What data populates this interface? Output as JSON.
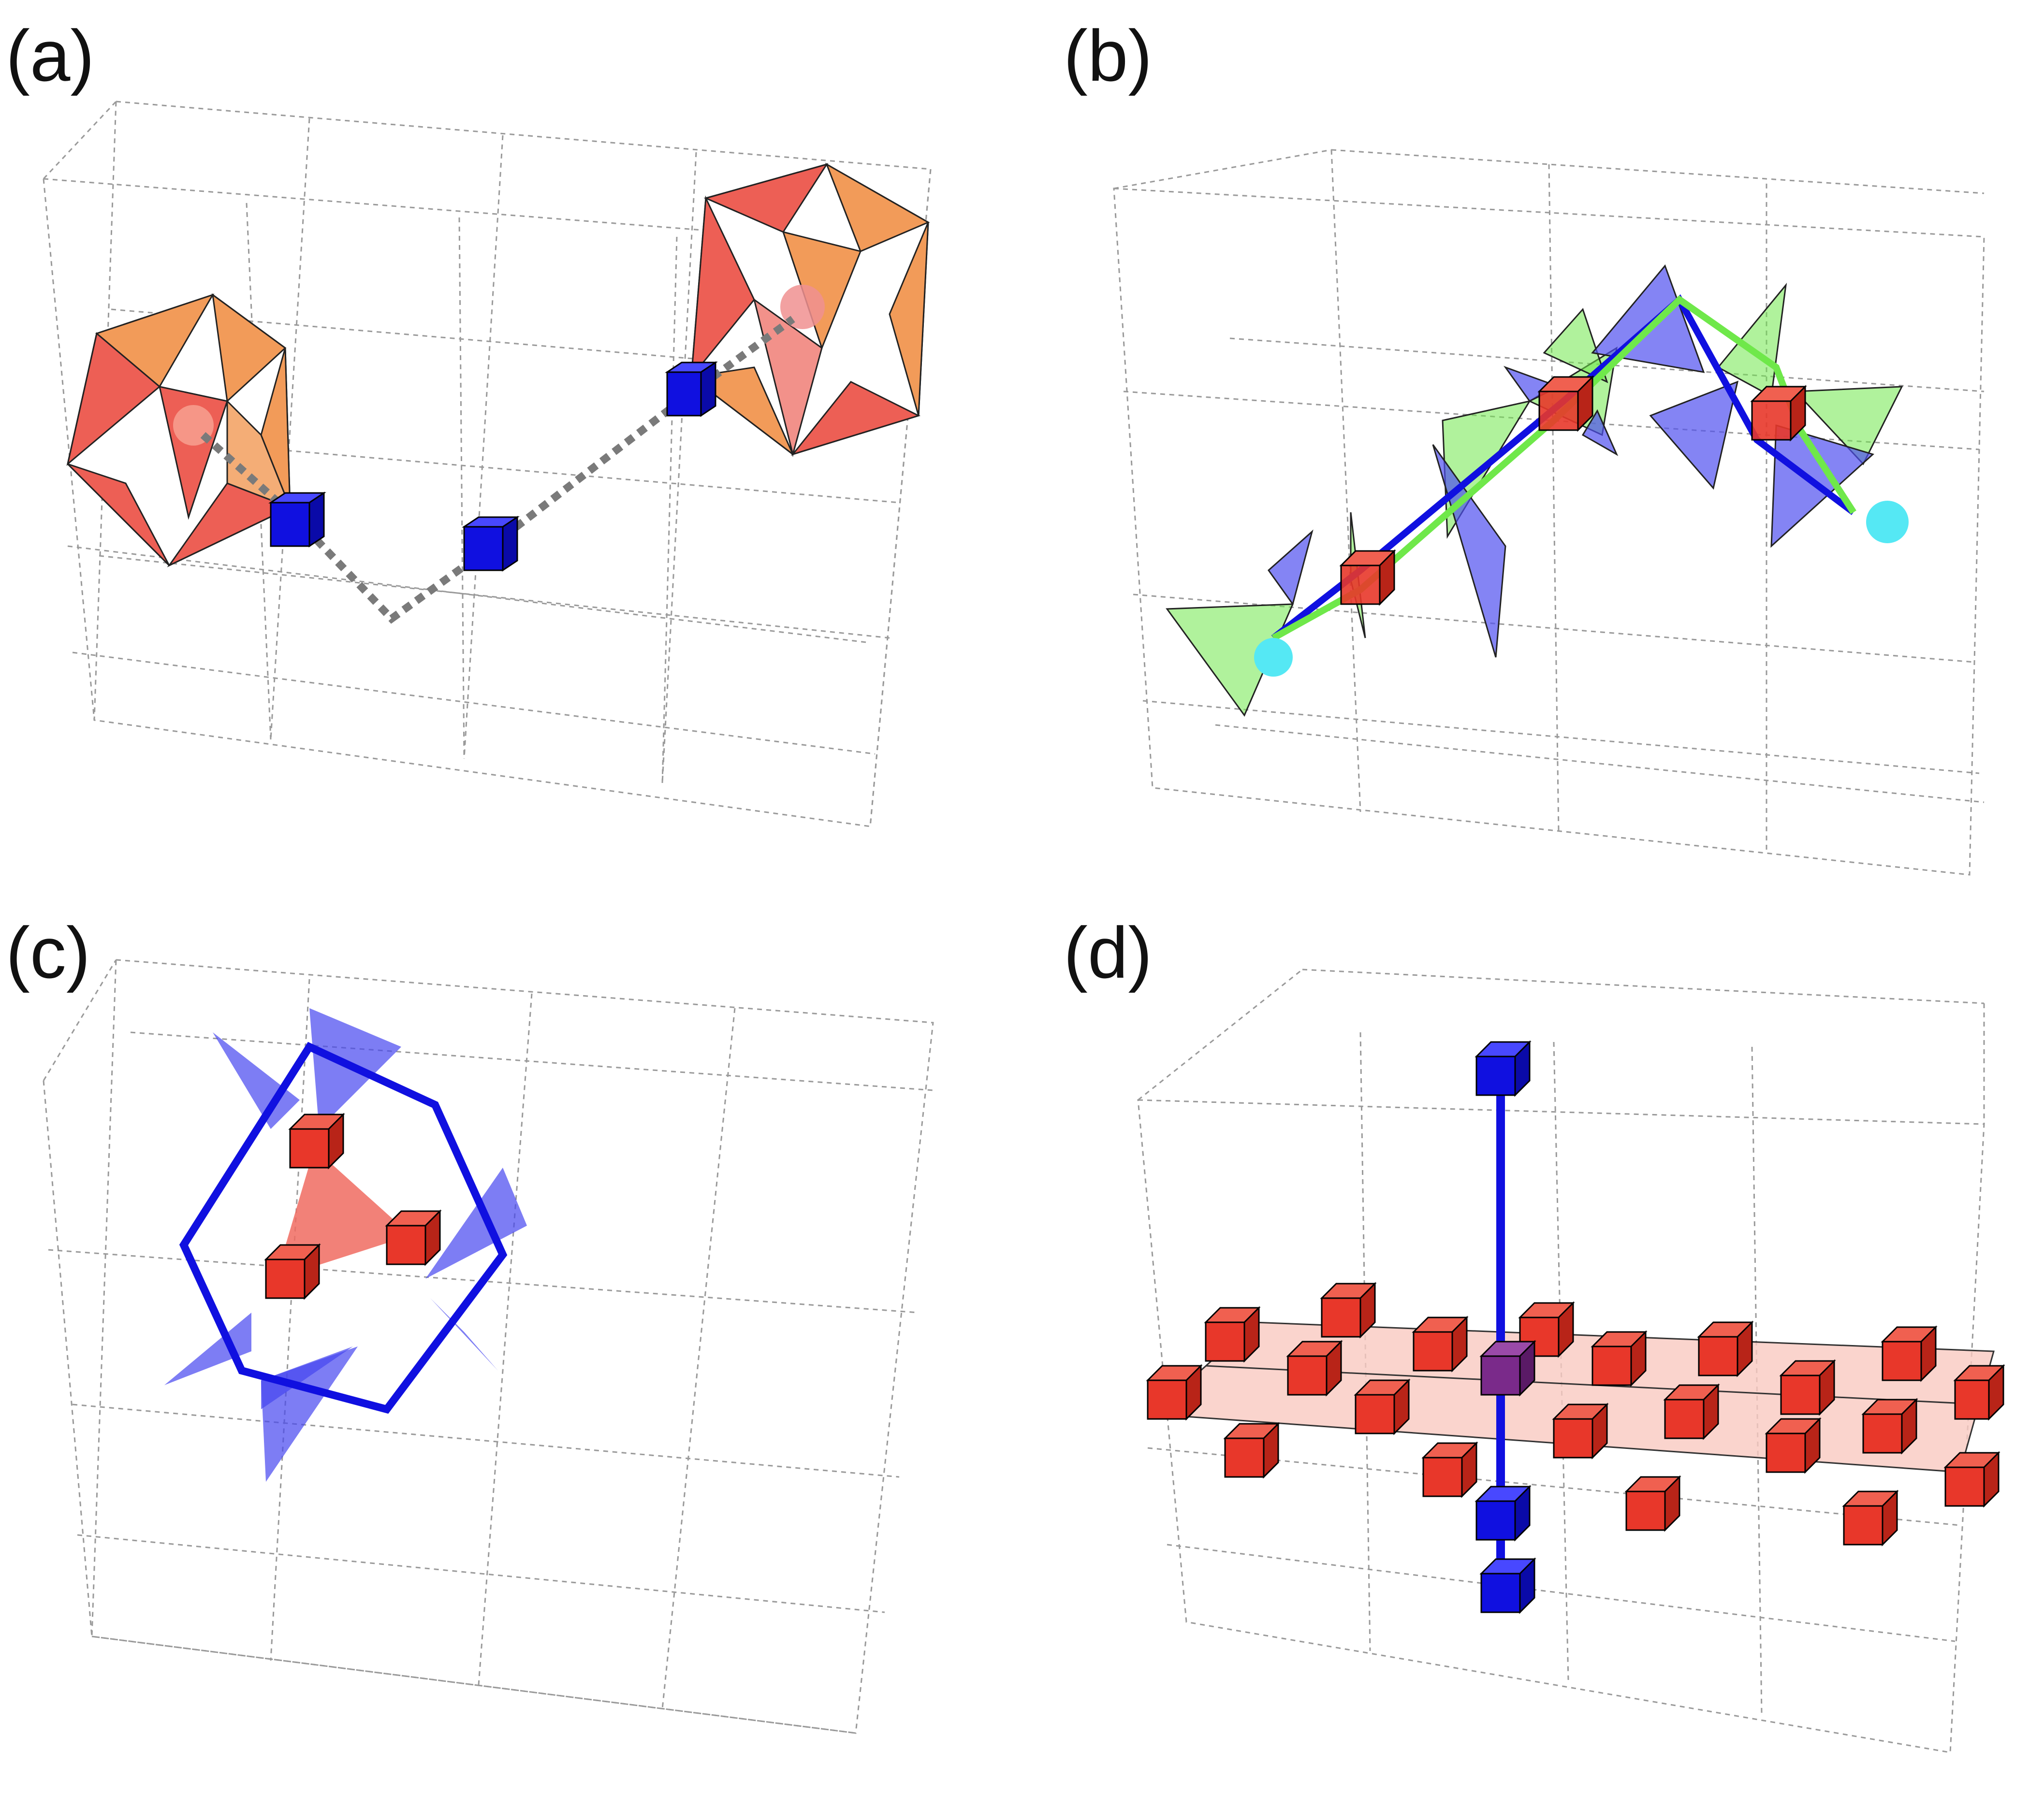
{
  "panels": [
    {
      "label": "(a)",
      "elements": [
        "dotted-grid",
        "cuboctahedron",
        "cuboctahedron",
        "blue-cube",
        "blue-cube",
        "blue-cube",
        "dashed-gray-path"
      ]
    },
    {
      "label": "(b)",
      "elements": [
        "dotted-grid",
        "red-cube",
        "red-cube",
        "red-cube",
        "blue-triangles",
        "green-triangles",
        "blue-path",
        "green-path",
        "cyan-endpoint",
        "cyan-endpoint"
      ]
    },
    {
      "label": "(c)",
      "elements": [
        "dotted-grid",
        "red-cube",
        "red-cube",
        "red-cube",
        "red-triangle",
        "blue-triangles",
        "blue-hexagon"
      ]
    },
    {
      "label": "(d)",
      "elements": [
        "dotted-grid",
        "red-cube-array",
        "pink-plane",
        "purple-cube",
        "blue-cube",
        "blue-cube",
        "blue-cube",
        "blue-vertical-line"
      ]
    }
  ],
  "colors": {
    "red": "#e8372a",
    "blue": "#1010e0",
    "green": "#6fe84a",
    "cyan": "#55e8f4",
    "orange": "#f08a3c",
    "gray_path": "#7a7a7a",
    "pink_plane": "#f9c9c0",
    "purple": "#7a2a8a"
  }
}
